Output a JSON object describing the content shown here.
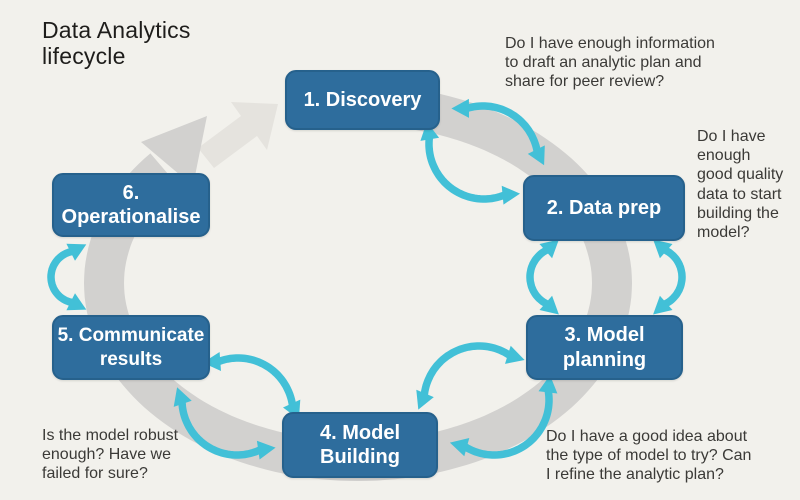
{
  "title": "Data Analytics\nlifecycle",
  "stages": [
    {
      "label": "1. Discovery"
    },
    {
      "label": "2. Data prep"
    },
    {
      "label": "3. Model\nplanning"
    },
    {
      "label": "4. Model\nBuilding"
    },
    {
      "label": "5. Communicate\nresults"
    },
    {
      "label": "6.\nOperationalise"
    }
  ],
  "questions": [
    {
      "text": "Do I have enough information\nto draft an analytic plan and\nshare for peer review?"
    },
    {
      "text": "Do I have\nenough\ngood quality\ndata to start\nbuilding the\nmodel?"
    },
    {
      "text": "Do I have a good idea about\nthe type of model to try? Can\nI refine the analytic plan?"
    },
    {
      "text": "Is the model robust\nenough? Have we\nfailed for sure?"
    }
  ],
  "icons": {
    "ring": "cycle-ring-arrow",
    "ring_secondary": "cycle-ring-light-arrow",
    "sync": "sync-cycle-arrows"
  },
  "colors": {
    "background": "#f2f1ec",
    "stage_box": "#2e6d9d",
    "stage_box_border": "#26618c",
    "stage_text": "#ffffff",
    "cycle_ring": "#d2d1cf",
    "cycle_ring_light": "#e5e3de",
    "sync_arrows": "#42c0d7",
    "title_text": "#1e1d1b",
    "question_text": "#3b3a37"
  }
}
